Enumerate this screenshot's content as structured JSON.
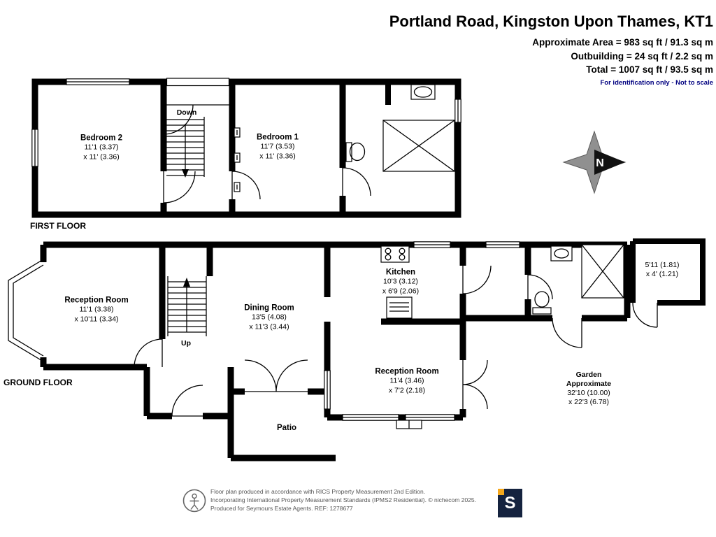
{
  "header": {
    "title": "Portland Road, Kingston Upon Thames, KT1",
    "approximate_area": "Approximate Area = 983 sq ft / 91.3 sq m",
    "outbuilding_area": "Outbuilding = 24 sq ft / 2.2 sq m",
    "total_area": "Total = 1007 sq ft / 93.5 sq m",
    "disclaimer": "For identification only - Not to scale"
  },
  "first_floor": {
    "label": "FIRST FLOOR",
    "stair_label": "Down",
    "rooms": {
      "bedroom2": {
        "name": "Bedroom 2",
        "dim1": "11'1 (3.37)",
        "dim2": "x 11' (3.36)"
      },
      "bedroom1": {
        "name": "Bedroom 1",
        "dim1": "11'7 (3.53)",
        "dim2": "x 11' (3.36)"
      }
    }
  },
  "ground_floor": {
    "label": "GROUND FLOOR",
    "stair_label": "Up",
    "rooms": {
      "reception_front": {
        "name": "Reception Room",
        "dim1": "11'1 (3.38)",
        "dim2": "x 10'11 (3.34)"
      },
      "dining": {
        "name": "Dining Room",
        "dim1": "13'5 (4.08)",
        "dim2": "x 11'3 (3.44)"
      },
      "kitchen": {
        "name": "Kitchen",
        "dim1": "10'3 (3.12)",
        "dim2": "x 6'9 (2.06)"
      },
      "reception_rear": {
        "name": "Reception Room",
        "dim1": "11'4 (3.46)",
        "dim2": "x 7'2 (2.18)"
      },
      "patio": {
        "name": "Patio"
      },
      "outbuilding": {
        "dim1": "5'11 (1.81)",
        "dim2": "x 4' (1.21)"
      },
      "garden": {
        "name": "Garden",
        "qualifier": "Approximate",
        "dim1": "32'10 (10.00)",
        "dim2": "x 22'3 (6.78)"
      }
    }
  },
  "compass": {
    "north_label": "N"
  },
  "footer": {
    "line1": "Floor plan produced in accordance with RICS Property Measurement 2nd Edition.",
    "line2": "Incorporating International Property Measurement Standards (IPMS2 Residential).  © nichecom 2025.",
    "line3": "Produced for Seymours Estate Agents.   REF: 1278677",
    "logo_letter": "S"
  },
  "colors": {
    "wall": "#000000",
    "disclaimer_text": "#000080",
    "footer_text": "#555555",
    "logo_bg": "#15233f",
    "logo_accent": "#f5a81c"
  }
}
